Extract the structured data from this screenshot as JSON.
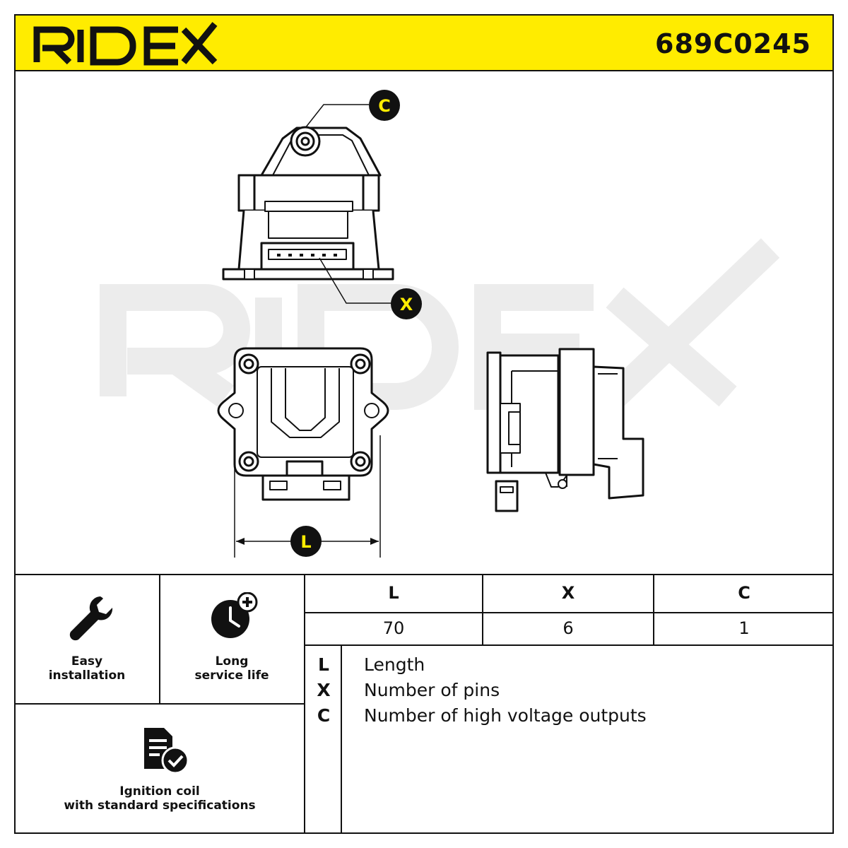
{
  "brand": {
    "logo_text": "RIDEX",
    "watermark_text": "RIDEX",
    "accent": "#ffec00"
  },
  "part_number": "689C0245",
  "callouts": {
    "c": "C",
    "x": "X",
    "l": "L"
  },
  "features": [
    {
      "icon": "wrench-icon",
      "label_lines": [
        "Easy",
        "installation"
      ]
    },
    {
      "icon": "clock-plus-icon",
      "label_lines": [
        "Long",
        "service life"
      ]
    },
    {
      "icon": "document-check-icon",
      "label_lines": [
        "Ignition coil",
        "with standard specifications"
      ]
    }
  ],
  "spec_table": {
    "headers": [
      "L",
      "X",
      "C"
    ],
    "values": [
      "70",
      "6",
      "1"
    ]
  },
  "legend": [
    {
      "key": "L",
      "text": "Length"
    },
    {
      "key": "X",
      "text": "Number of pins"
    },
    {
      "key": "C",
      "text": "Number of high voltage outputs"
    }
  ]
}
